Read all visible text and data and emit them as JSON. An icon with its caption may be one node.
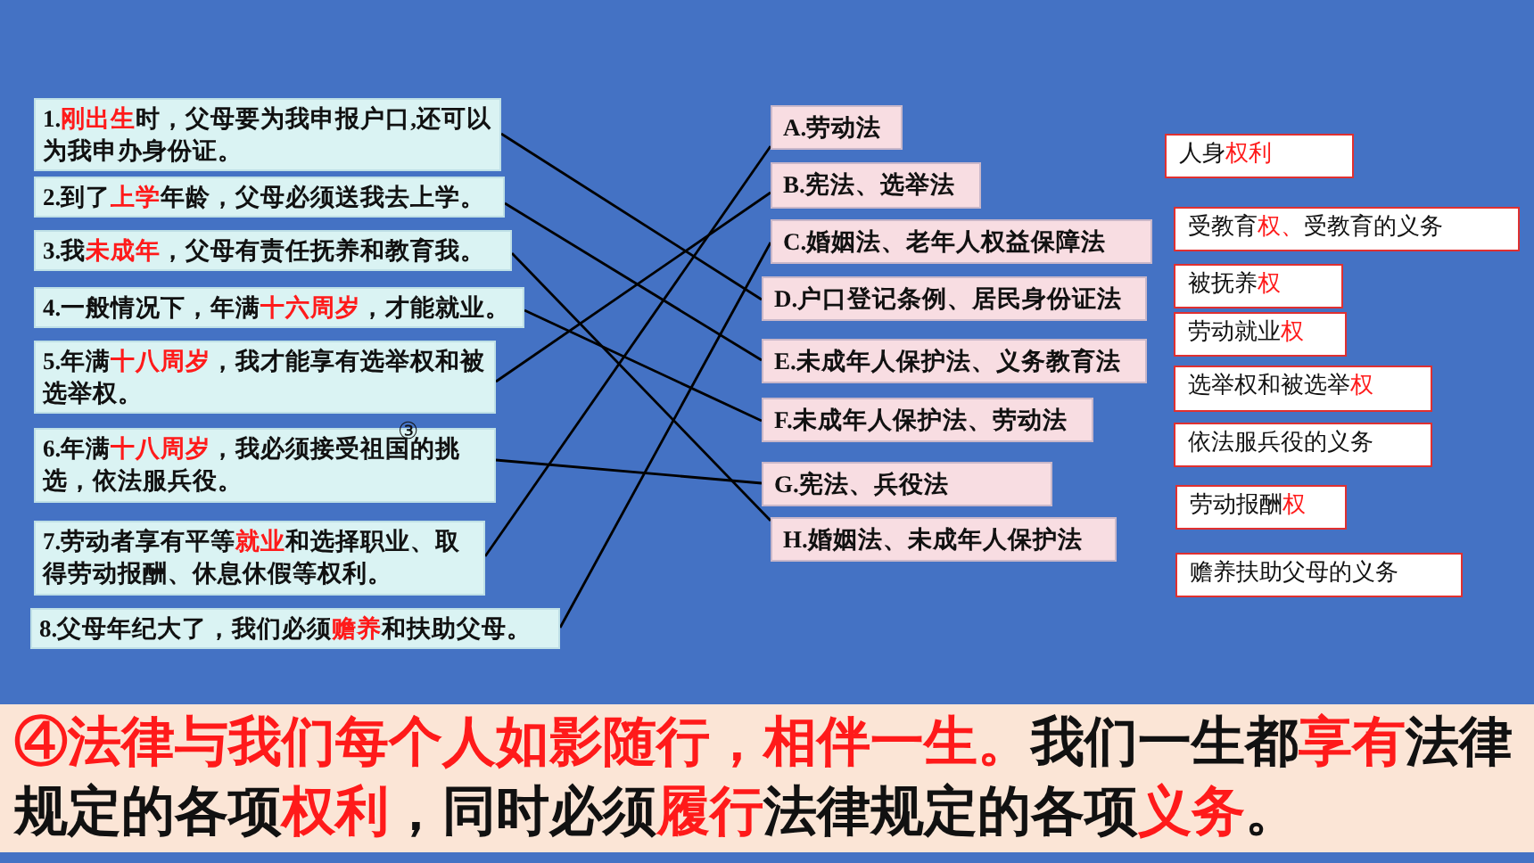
{
  "diagram": {
    "nodes": [
      {
        "text": [
          "1.**刚出生**时，父母要为我申报户口,还可以为我申办身份证。"
        ]
      },
      {
        "text": [
          "2.到了**上学**年龄，父母必须送我去上学。"
        ]
      },
      {
        "text": [
          "3.我**未成年**，父母有责任抚养和教育我。"
        ]
      },
      {
        "text": [
          "4.一般情况下，年满**十六周岁**，才能就业。"
        ]
      },
      {
        "text": [
          "5.年满**十八周岁**，我才能享有选举权和被选举权。"
        ]
      },
      {
        "text": [
          "6.年满**十八周岁**，我必须接受祖国的挑选，依法服兵役。"
        ]
      },
      {
        "text": [
          "7.劳动者享有平等**就业**和选择职业、取得劳动报酬、休息休假等权利。"
        ]
      },
      {
        "text": [
          "8.父母年纪大了，我们必须**赡养**和扶助父母。"
        ]
      },
      {
        "text": [
          "A.劳动法"
        ]
      },
      {
        "text": [
          "B.宪法、选举法"
        ]
      },
      {
        "text": [
          "C.婚姻法、老年人权益保障法"
        ]
      },
      {
        "text": [
          "D.户口登记条例、居民身份证法"
        ]
      },
      {
        "text": [
          "E.未成年人保护法、义务教育法"
        ]
      },
      {
        "text": [
          "F.未成年人保护法、劳动法"
        ]
      },
      {
        "text": [
          "G.宪法、兵役法"
        ]
      },
      {
        "text": [
          "H.婚姻法、未成年人保护法"
        ]
      },
      {
        "text": [
          "人身**权利**"
        ]
      },
      {
        "text": [
          "受教育**权、**受教育的义务"
        ]
      },
      {
        "text": [
          "被抚养**权**"
        ]
      },
      {
        "text": [
          "劳动就业**权**"
        ]
      },
      {
        "text": [
          "选举权和被选举**权**"
        ]
      },
      {
        "text": [
          "依法服兵役的义务"
        ]
      },
      {
        "text": [
          "劳动报酬**权**"
        ]
      },
      {
        "text": [
          "赡养扶助父母的义务"
        ]
      },
      {
        "text": [
          "**④法律与我们每个人如影随行，相伴一生。**我们一生都**享有**法律规定的各项**权利**，同时必须**履行**法律规定的各项**义务**。"
        ]
      }
    ],
    "edges": [
      {
        "from": 0,
        "to": 11,
        "arrow": "none"
      },
      {
        "from": 1,
        "to": 12,
        "arrow": "none"
      },
      {
        "from": 2,
        "to": 15,
        "arrow": "none"
      },
      {
        "from": 3,
        "to": 13,
        "arrow": "none"
      },
      {
        "from": 4,
        "to": 9,
        "arrow": "none"
      },
      {
        "from": 5,
        "to": 14,
        "arrow": "none"
      },
      {
        "from": 6,
        "to": 8,
        "arrow": "none"
      },
      {
        "from": 7,
        "to": 10,
        "arrow": "none"
      }
    ],
    "labels": [
      "③"
    ]
  }
}
